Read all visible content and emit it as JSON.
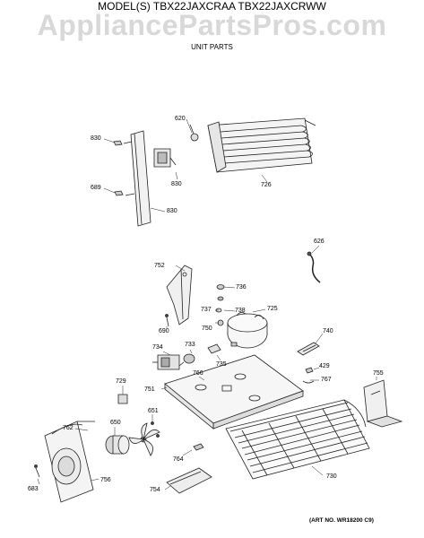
{
  "header": {
    "model_title": "MODEL(S) TBX22JAXCRAA  TBX22JAXCRWW",
    "watermark": "AppliancePartsPros.com",
    "subtitle": "UNIT PARTS"
  },
  "art_number": "(ART NO. WR18200 C9)",
  "callouts": {
    "c620": "620",
    "c830a": "830",
    "c830b": "830",
    "c830c": "830",
    "c689": "689",
    "c726": "726",
    "c626": "626",
    "c752": "752",
    "c736": "736",
    "c737": "737",
    "c738": "738",
    "c725": "725",
    "c750": "750",
    "c690": "690",
    "c740": "740",
    "c734": "734",
    "c733": "733",
    "c735": "735",
    "c429": "429",
    "c755": "755",
    "c729": "729",
    "c766": "766",
    "c767": "767",
    "c751": "751",
    "c762": "762",
    "c650": "650",
    "c651": "651",
    "c764": "764",
    "c730": "730",
    "c756": "756",
    "c683": "683",
    "c754": "754"
  }
}
